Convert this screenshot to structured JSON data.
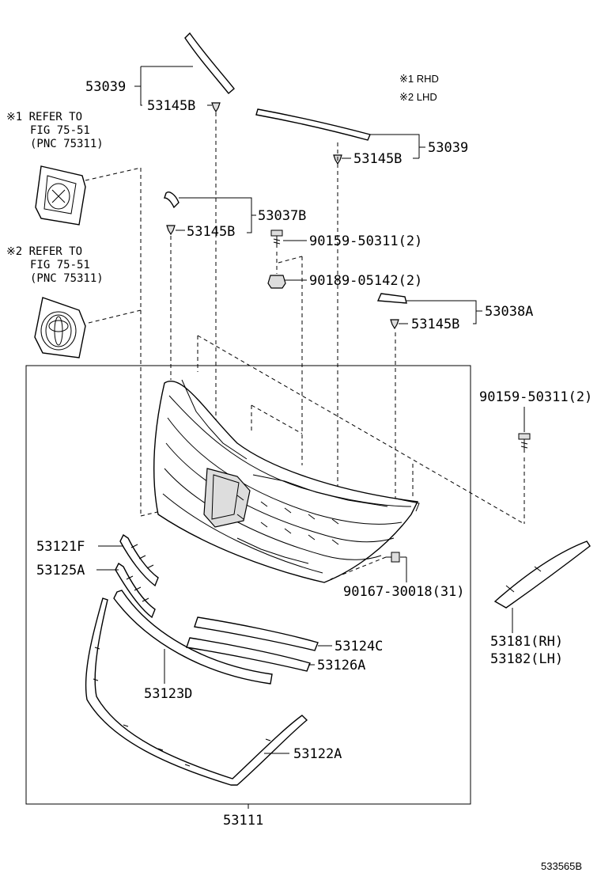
{
  "notes": {
    "rhd": "※1 RHD",
    "lhd": "※2 LHD",
    "ref1": [
      "※1 REFER TO",
      "FIG 75-51",
      "(PNC 75311)"
    ],
    "ref2": [
      "※2 REFER TO",
      "FIG 75-51",
      "(PNC 75311)"
    ]
  },
  "labels": {
    "p53039_top": "53039",
    "p53145B_a": "53145B",
    "p53039_right": "53039",
    "p53145B_b": "53145B",
    "p53037B": "53037B",
    "p53145B_c": "53145B",
    "p90159_top": "90159-50311(2)",
    "p90189": "90189-05142(2)",
    "p53038A": "53038A",
    "p53145B_d": "53145B",
    "p90159_right": "90159-50311(2)",
    "p53121F": "53121F",
    "p53125A": "53125A",
    "p90167": "90167-30018(31)",
    "p53124C": "53124C",
    "p53126A": "53126A",
    "p53123D": "53123D",
    "p53181": "53181(RH)",
    "p53182": "53182(LH)",
    "p53122A": "53122A",
    "p53111": "53111"
  },
  "figure_id": "533565B"
}
